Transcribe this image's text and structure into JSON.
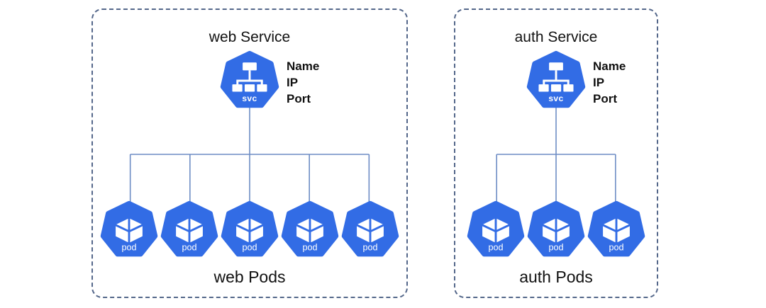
{
  "diagram": {
    "colors": {
      "kubernetes_blue": "#326CE5",
      "connector_line": "#6C8CC4",
      "box_border": "#54678A",
      "icon_glyph": "#FFFFFF",
      "text": "#111111"
    },
    "boxes": [
      {
        "title": "web Service",
        "service_icon": "k8s-service-heptagon-icon",
        "service_icon_label": "svc",
        "service_labels": [
          "Name",
          "IP",
          "Port"
        ],
        "pod_icon": "k8s-pod-heptagon-icon",
        "pods": [
          {
            "label": "pod"
          },
          {
            "label": "pod"
          },
          {
            "label": "pod"
          },
          {
            "label": "pod"
          },
          {
            "label": "pod"
          }
        ],
        "caption": "web Pods"
      },
      {
        "title": "auth Service",
        "service_icon": "k8s-service-heptagon-icon",
        "service_icon_label": "svc",
        "service_labels": [
          "Name",
          "IP",
          "Port"
        ],
        "pod_icon": "k8s-pod-heptagon-icon",
        "pods": [
          {
            "label": "pod"
          },
          {
            "label": "pod"
          },
          {
            "label": "pod"
          }
        ],
        "caption": "auth Pods"
      }
    ]
  }
}
